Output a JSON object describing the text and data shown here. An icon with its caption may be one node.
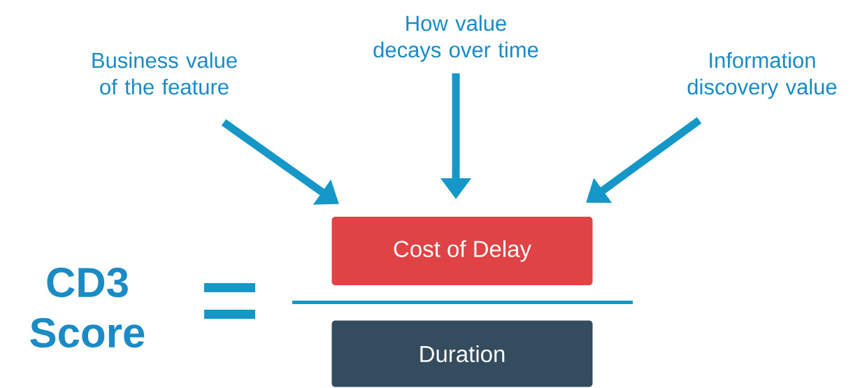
{
  "diagram": {
    "nodes": [
      {
        "text": [
          "Business value of the feature"
        ]
      },
      {
        "text": [
          "How value decays over time"
        ]
      },
      {
        "text": [
          "Information discovery value"
        ]
      },
      {
        "text": [
          "Cost of Delay"
        ]
      },
      {
        "text": [
          "Duration"
        ]
      }
    ],
    "edges": [
      {
        "from": 0,
        "to": 3,
        "arrow": "to"
      },
      {
        "from": 1,
        "to": 3,
        "arrow": "to"
      },
      {
        "from": 2,
        "to": 3,
        "arrow": "to"
      }
    ],
    "labels": [
      "CD3 Score"
    ]
  }
}
